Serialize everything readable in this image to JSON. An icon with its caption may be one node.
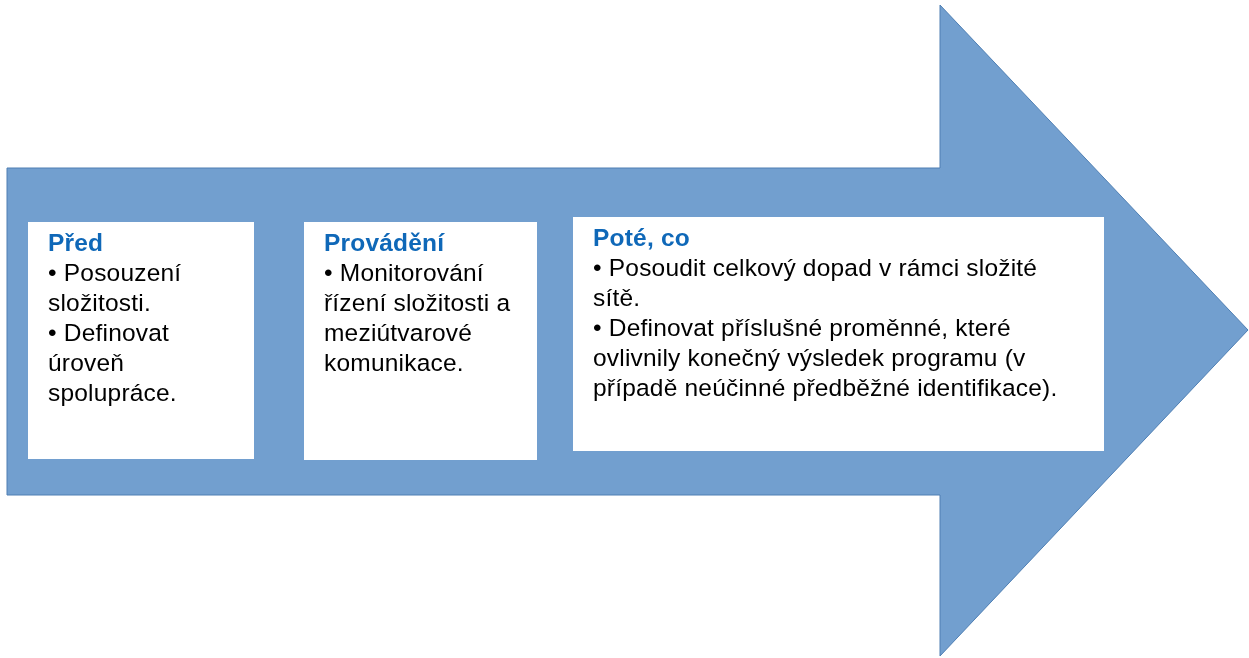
{
  "diagram": {
    "nodes": [
      {
        "text": [],
        "shape": "arrow"
      },
      {
        "text": [
          "Před",
          "• Posouzení složitosti.",
          "• Definovat úroveň spolupráce."
        ],
        "in": 0
      },
      {
        "text": [
          "Provádění",
          "• Monitorování řízení složitosti a meziútvarové komunikace."
        ],
        "in": 0
      },
      {
        "text": [
          "Poté, co",
          "• Posoudit celkový dopad v rámci složité sítě.",
          "• Definovat příslušné proměnné, které ovlivnily konečný výsledek programu (v případě neúčinné předběžné identifikace)."
        ],
        "in": 0
      }
    ]
  }
}
